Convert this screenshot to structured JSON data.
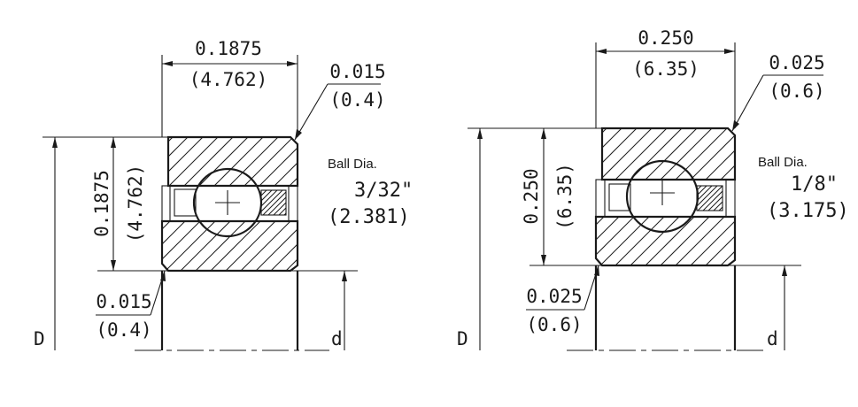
{
  "left": {
    "width_in": "0.1875",
    "width_mm": "(4.762)",
    "chamfer_top_in": "0.015",
    "chamfer_top_mm": "(0.4)",
    "height_in": "0.1875",
    "height_mm": "(4.762)",
    "ball_label": "Ball Dia.",
    "ball_in": "3/32\"",
    "ball_mm": "(2.381)",
    "chamfer_bottom_in": "0.015",
    "chamfer_bottom_mm": "(0.4)",
    "outer_label": "D",
    "inner_label": "d"
  },
  "right": {
    "width_in": "0.250",
    "width_mm": "(6.35)",
    "chamfer_top_in": "0.025",
    "chamfer_top_mm": "(0.6)",
    "height_in": "0.250",
    "height_mm": "(6.35)",
    "ball_label": "Ball Dia.",
    "ball_in": "1/8\"",
    "ball_mm": "(3.175)",
    "chamfer_bottom_in": "0.025",
    "chamfer_bottom_mm": "(0.6)",
    "outer_label": "D",
    "inner_label": "d"
  }
}
